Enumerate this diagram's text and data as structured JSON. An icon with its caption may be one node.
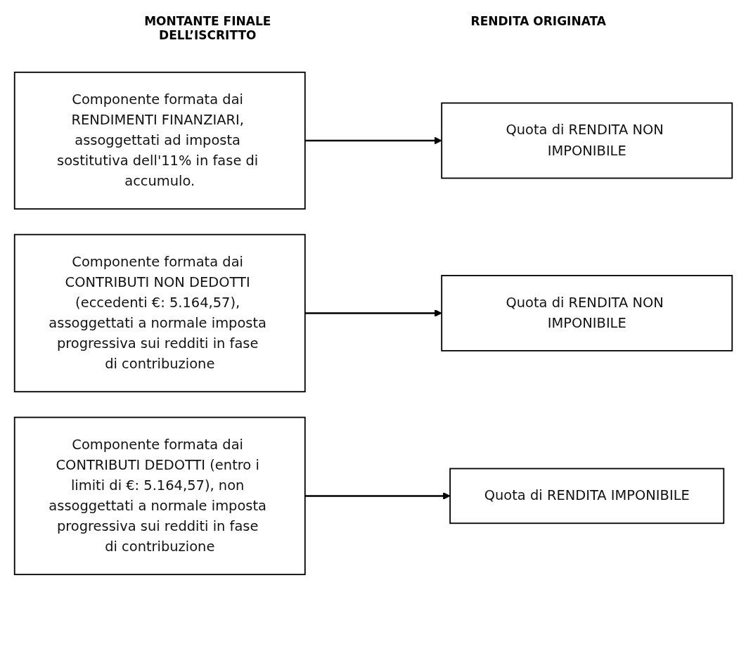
{
  "diagram": {
    "nodes": [
      {
        "text": [
          "Componente formata dai RENDIMENTI FINANZIARI, assoggettati ad imposta sostitutiva dell'11% in fase di accumulo."
        ]
      },
      {
        "text": [
          "Componente formata dai CONTRIBUTI NON DEDOTTI (eccedenti €: 5.164,57), assoggettati a normale imposta progressiva sui redditi in fase di contribuzione"
        ]
      },
      {
        "text": [
          "Componente formata dai CONTRIBUTI DEDOTTI (entro i limiti di €: 5.164,57), non assoggettati a normale imposta progressiva sui redditi in fase di contribuzione"
        ]
      },
      {
        "text": [
          "Quota di RENDITA NON IMPONIBILE"
        ]
      },
      {
        "text": [
          "Quota di RENDITA NON IMPONIBILE"
        ]
      },
      {
        "text": [
          "Quota di RENDITA IMPONIBILE"
        ]
      }
    ],
    "edges": [
      {
        "from": 0,
        "to": 3,
        "arrow": "to"
      },
      {
        "from": 1,
        "to": 4,
        "arrow": "to"
      },
      {
        "from": 2,
        "to": 5,
        "arrow": "to"
      }
    ],
    "labels": [
      "MONTANTE FINALE DELL’ISCRITTO",
      "RENDITA ORIGINATA"
    ]
  }
}
